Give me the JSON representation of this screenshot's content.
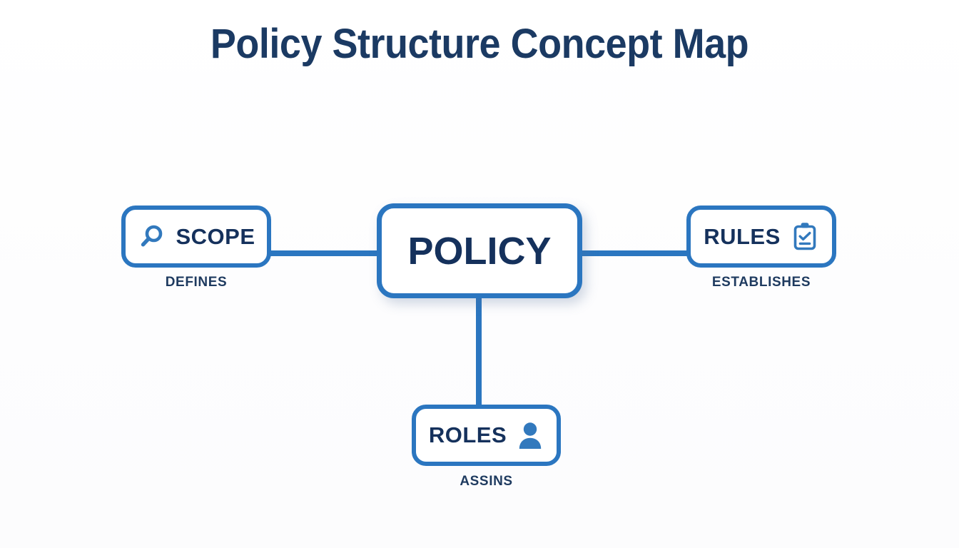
{
  "page": {
    "title": "Policy Structure Concept Map",
    "background_color": "#ffffff",
    "accent_color": "#2b76c0",
    "text_color": "#15315c",
    "title_color": "#1b3a63"
  },
  "diagram": {
    "type": "concept-map",
    "center": {
      "id": "policy",
      "label": "POLICY",
      "icon": null
    },
    "branches": [
      {
        "id": "scope",
        "label": "SCOPE",
        "icon": "magnifier-icon",
        "icon_position": "left",
        "relation": "DEFINES",
        "direction": "left"
      },
      {
        "id": "rules",
        "label": "RULES",
        "icon": "clipboard-check-icon",
        "icon_position": "right",
        "relation": "ESTABLISHES",
        "direction": "right"
      },
      {
        "id": "roles",
        "label": "ROLES",
        "icon": "person-icon",
        "icon_position": "right",
        "relation": "ASSINS",
        "direction": "down"
      }
    ]
  }
}
